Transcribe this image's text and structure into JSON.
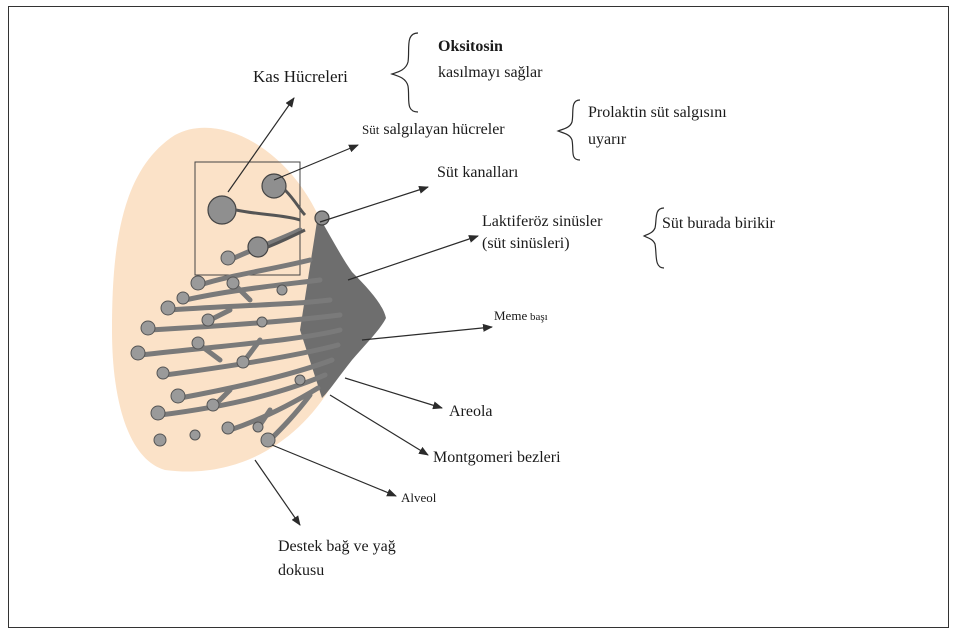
{
  "labels": {
    "kas_hucreleri": "Kas  Hücreleri",
    "oksitosin": "Oksitosin",
    "oksitosin_desc": "kasılmayı sağlar",
    "sut_salgilayan_prefix": "Süt",
    "sut_salgilayan": " salgılayan hücreler",
    "prolaktin": "Prolaktin süt salgısını",
    "prolaktin_desc": "uyarır",
    "sut_kanallari": "Süt kanalları",
    "laktiferoz": "Laktiferöz sinüsler",
    "laktiferoz_sub": "(süt sinüsleri)",
    "sut_burada": "Süt burada birikir",
    "meme_basi": "Meme",
    "meme_basi_small": " başı",
    "areola": "Areola",
    "montgomeri": "Montgomeri bezleri",
    "alveol": "Alveol",
    "destek_line1": "Destek bağ ve yağ",
    "destek_line2": "dokusu"
  },
  "colors": {
    "tissue": "#fbe2c8",
    "duct": "#8a8a8a",
    "duct_dark": "#555555",
    "line": "#2b2b2b"
  }
}
